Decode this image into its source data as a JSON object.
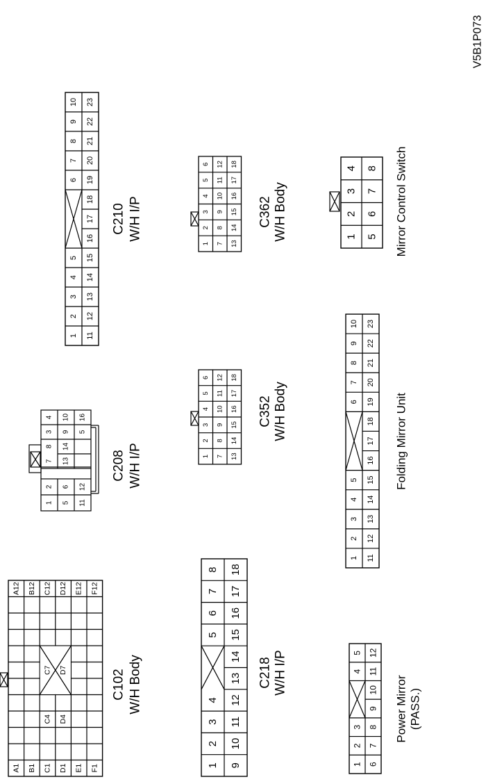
{
  "diagram_id": "V5B1P073",
  "connectors": {
    "c102": {
      "name": "C102",
      "sub": "W/H Body",
      "rows": [
        [
          "A1",
          "",
          "",
          "",
          "",
          "",
          "",
          "",
          "",
          "",
          "",
          "A12"
        ],
        [
          "B1",
          "",
          "",
          "",
          "",
          "",
          "",
          "",
          "",
          "",
          "",
          "B12"
        ],
        [
          "C1",
          "",
          "",
          "C4",
          "",
          "",
          "C7",
          "",
          "",
          "",
          "",
          "C12"
        ],
        [
          "D1",
          "",
          "",
          "D4",
          "",
          "",
          "D7",
          "",
          "",
          "",
          "",
          "D12"
        ],
        [
          "E1",
          "",
          "",
          "",
          "",
          "",
          "",
          "",
          "",
          "",
          "",
          "E12"
        ],
        [
          "F1",
          "",
          "",
          "",
          "",
          "",
          "",
          "",
          "",
          "",
          "",
          "F12"
        ]
      ]
    },
    "c218": {
      "name": "C218",
      "sub": "W/H I/P",
      "row1": [
        "1",
        "2",
        "3",
        "4",
        "",
        "5",
        "6",
        "7",
        "8"
      ],
      "row2": [
        "9",
        "10",
        "11",
        "12",
        "13",
        "14",
        "15",
        "16",
        "17",
        "18"
      ]
    },
    "power_mirror": {
      "name": "Power Mirror",
      "sub": "(PASS.)",
      "row1": [
        "1",
        "2",
        "3",
        "",
        "4",
        "5"
      ],
      "row2": [
        "6",
        "7",
        "8",
        "9",
        "10",
        "11",
        "12"
      ]
    },
    "c208": {
      "name": "C208",
      "sub": "W/H I/P",
      "left_row1": [
        "1",
        "2"
      ],
      "left_row2": [
        "5",
        "6"
      ],
      "left_row3": [
        "11",
        "12"
      ],
      "right_row1": [
        "7",
        "8",
        "3",
        "4"
      ],
      "right_row2": [
        "13",
        "14",
        "9",
        "10"
      ],
      "right_row3": [
        "",
        "",
        "5",
        "16"
      ]
    },
    "c352": {
      "name": "C352",
      "sub": "W/H Body",
      "row1": [
        "1",
        "2",
        "3",
        "4",
        "5",
        "6"
      ],
      "row2": [
        "7",
        "8",
        "9",
        "10",
        "11",
        "12"
      ],
      "row3": [
        "13",
        "14",
        "15",
        "16",
        "17",
        "18"
      ]
    },
    "folding": {
      "name": "Folding Mirror Unit",
      "row1": [
        "10",
        "9",
        "8",
        "7",
        "6",
        "",
        "5",
        "4",
        "3",
        "2",
        "1"
      ],
      "row2": [
        "23",
        "22",
        "21",
        "20",
        "19",
        "18",
        "17",
        "16",
        "15",
        "14",
        "13",
        "12",
        "11"
      ]
    },
    "c210": {
      "name": "C210",
      "sub": "W/H I/P",
      "row1": [
        "1",
        "2",
        "3",
        "4",
        "5",
        "",
        "6",
        "7",
        "8",
        "9",
        "10"
      ],
      "row2": [
        "11",
        "12",
        "13",
        "14",
        "15",
        "16",
        "17",
        "18",
        "19",
        "20",
        "21",
        "22",
        "23"
      ]
    },
    "c362": {
      "name": "C362",
      "sub": "W/H Body",
      "row1": [
        "1",
        "2",
        "3",
        "4",
        "5",
        "6"
      ],
      "row2": [
        "7",
        "8",
        "9",
        "10",
        "11",
        "12"
      ],
      "row3": [
        "13",
        "14",
        "15",
        "16",
        "17",
        "18"
      ]
    },
    "mirror_switch": {
      "name": "Mirror Control Switch",
      "row1": [
        "1",
        "2",
        "3",
        "4"
      ],
      "row2": [
        "5",
        "6",
        "7",
        "8"
      ]
    }
  }
}
